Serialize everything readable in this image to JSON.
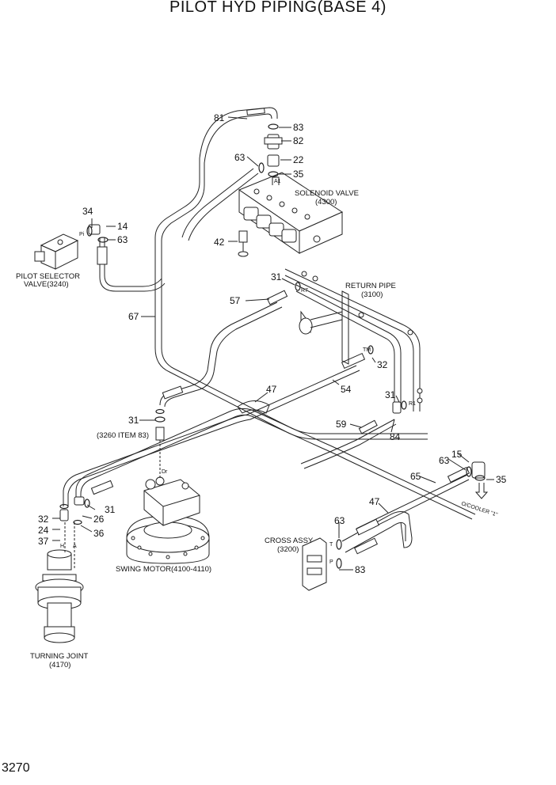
{
  "title": "PILOT HYD PIPING(BASE 4)",
  "page_number": "3270",
  "components": {
    "solenoid_valve": [
      "SOLENOID VALVE",
      "(4300)"
    ],
    "pilot_selector_valve": [
      "PILOT SELECTOR",
      "VALVE(3240)"
    ],
    "return_pipe": [
      "RETURN PIPE",
      "(3100)"
    ],
    "item_ref": "(3260 ITEM 83)",
    "swing_motor": "SWING MOTOR(4100-4110)",
    "cross_assy": [
      "CROSS ASSY",
      "(3200)"
    ],
    "turning_joint": [
      "TURNING JOINT",
      "(4170)"
    ],
    "oil_cooler": "O/COOLER \"1\""
  },
  "ports": {
    "a1": "A1",
    "pi": "Pi",
    "r7": "R7",
    "tm": "TM",
    "r1": "R1",
    "dr": "Dr",
    "h": "H",
    "a": "A",
    "t": "T",
    "p": "P"
  },
  "callouts": {
    "c81": "81",
    "c83a": "83",
    "c82": "82",
    "c63a": "63",
    "c22": "22",
    "c35a": "35",
    "c34": "34",
    "c14": "14",
    "c63b": "63",
    "c42": "42",
    "c31a": "31",
    "c57": "57",
    "c67": "67",
    "c32a": "32",
    "c47a": "47",
    "c54": "54",
    "c31b": "31",
    "c59": "59",
    "c84": "84",
    "c31c": "31",
    "c15": "15",
    "c63c": "63",
    "c35b": "35",
    "c65": "65",
    "c47b": "47",
    "c31d": "31",
    "c26": "26",
    "c32b": "32",
    "c24": "24",
    "c37": "37",
    "c36": "36",
    "c63d": "63",
    "c83b": "83"
  }
}
